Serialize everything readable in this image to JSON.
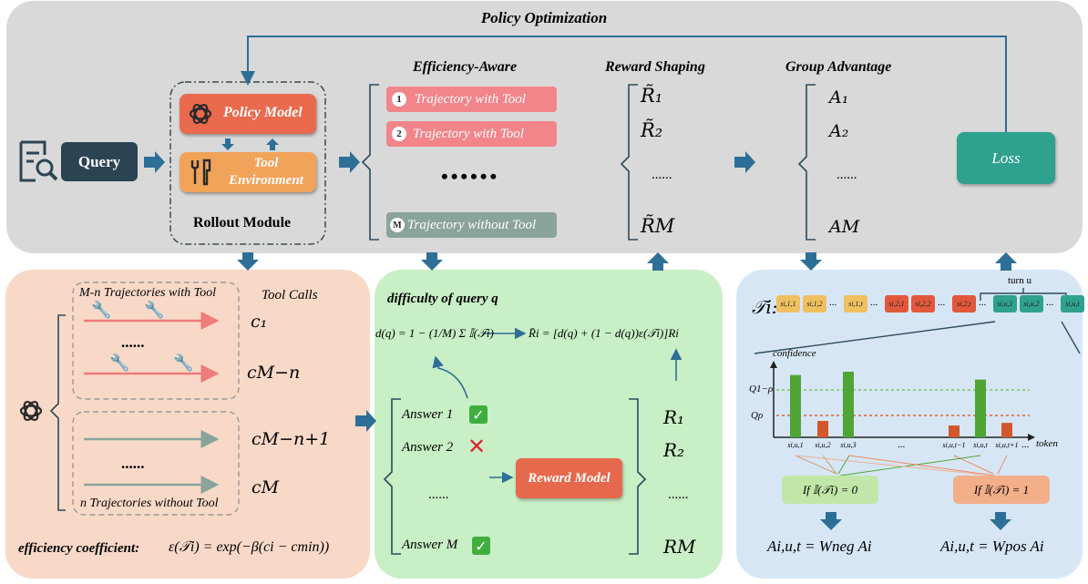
{
  "top": {
    "title": "Policy Optimization",
    "query": "Query",
    "policy_model": "Policy Model",
    "tool_env": "Tool Environment",
    "rollout": "Rollout Module",
    "efficiency_aware": "Efficiency-Aware",
    "reward_shaping": "Reward Shaping",
    "group_advantage": "Group Advantage",
    "traj1_num": "1",
    "traj1": "Trajectory with Tool",
    "traj2_num": "2",
    "traj2": "Trajectory with Tool",
    "trajM_num": "M",
    "trajM": "Trajectory without Tool",
    "dots_big": "••••••",
    "dots_r": "......",
    "dots_a": "......",
    "r1": "R̃₁",
    "r2": "R̃₂",
    "rM": "R̃M",
    "a1": "A₁",
    "a2": "A₂",
    "aM": "AM",
    "loss": "Loss"
  },
  "left": {
    "mn_traj": "M-n Trajectories with Tool",
    "tool_calls": "Tool Calls",
    "c1": "c₁",
    "cmn": "cM−n",
    "dots1": "......",
    "cmn1": "cM−n+1",
    "dots2": "......",
    "cm": "cM",
    "n_traj": "n Trajectories without Tool",
    "eff_label": "efficiency coefficient:",
    "eff_formula": "ε(𝒯i) = exp(−β(ci − cmin))"
  },
  "middle": {
    "difficulty": "difficulty of query q",
    "dq_formula": "d(q) = 1 − (1/M) Σ 𝕀(𝒯i)",
    "r_formula": "R̄i = [d(q) + (1 − d(q))ε(𝒯i)]Ri",
    "ans1": "Answer 1",
    "ans2": "Answer 2",
    "ans_dots": "......",
    "ansM": "Answer M",
    "reward_model": "Reward Model",
    "R1": "R₁",
    "R2": "R₂",
    "R_dots": "......",
    "RM": "RM"
  },
  "right": {
    "ti_label": "𝒯i:",
    "turn_u": "turn u",
    "confidence": "confidence",
    "token": "token",
    "q_hi": "Q1−ρ",
    "q_lo": "Qρ",
    "tick_dots": "...",
    "cond_neg": "If 𝕀(𝒯i) = 0",
    "cond_pos": "If 𝕀(𝒯i) = 1",
    "eq_neg": "Ai,u,t = Wneg Ai",
    "eq_pos": "Ai,u,t = Wpos Ai",
    "tokens_yellow": [
      "si,1,1",
      "si,1,2",
      "si,1,t"
    ],
    "tokens_red": [
      "si,2,1",
      "si,2,2",
      "si,2,t"
    ],
    "tokens_teal": [
      "si,u,1",
      "si,u,2",
      "si,u,t"
    ],
    "x_ticks": [
      "si,u,1",
      "si,u,2",
      "si,u,3",
      "si,u,t−1",
      "si,u,t",
      "si,u,t+1"
    ],
    "bar_values": [
      0.95,
      0.25,
      1.0,
      0.0,
      0.18,
      0.88,
      0.22
    ]
  },
  "colors": {
    "top_bg": "#d9d9d9",
    "left_bg": "#f8d9c8",
    "mid_bg": "#c8efc5",
    "right_bg": "#d6e6f5",
    "arrow": "#2e6f98",
    "policy": "#e96a4d",
    "tool": "#f2a35a",
    "pink": "#f2858a",
    "gray_green": "#8aa39b",
    "loss": "#2fa18f",
    "query": "#2b4453",
    "reward": "#e7694d",
    "bar_green": "#4ea535",
    "bar_red": "#d2572c",
    "neg_box": "#c1e7a8",
    "pos_box": "#f3ae8a"
  }
}
